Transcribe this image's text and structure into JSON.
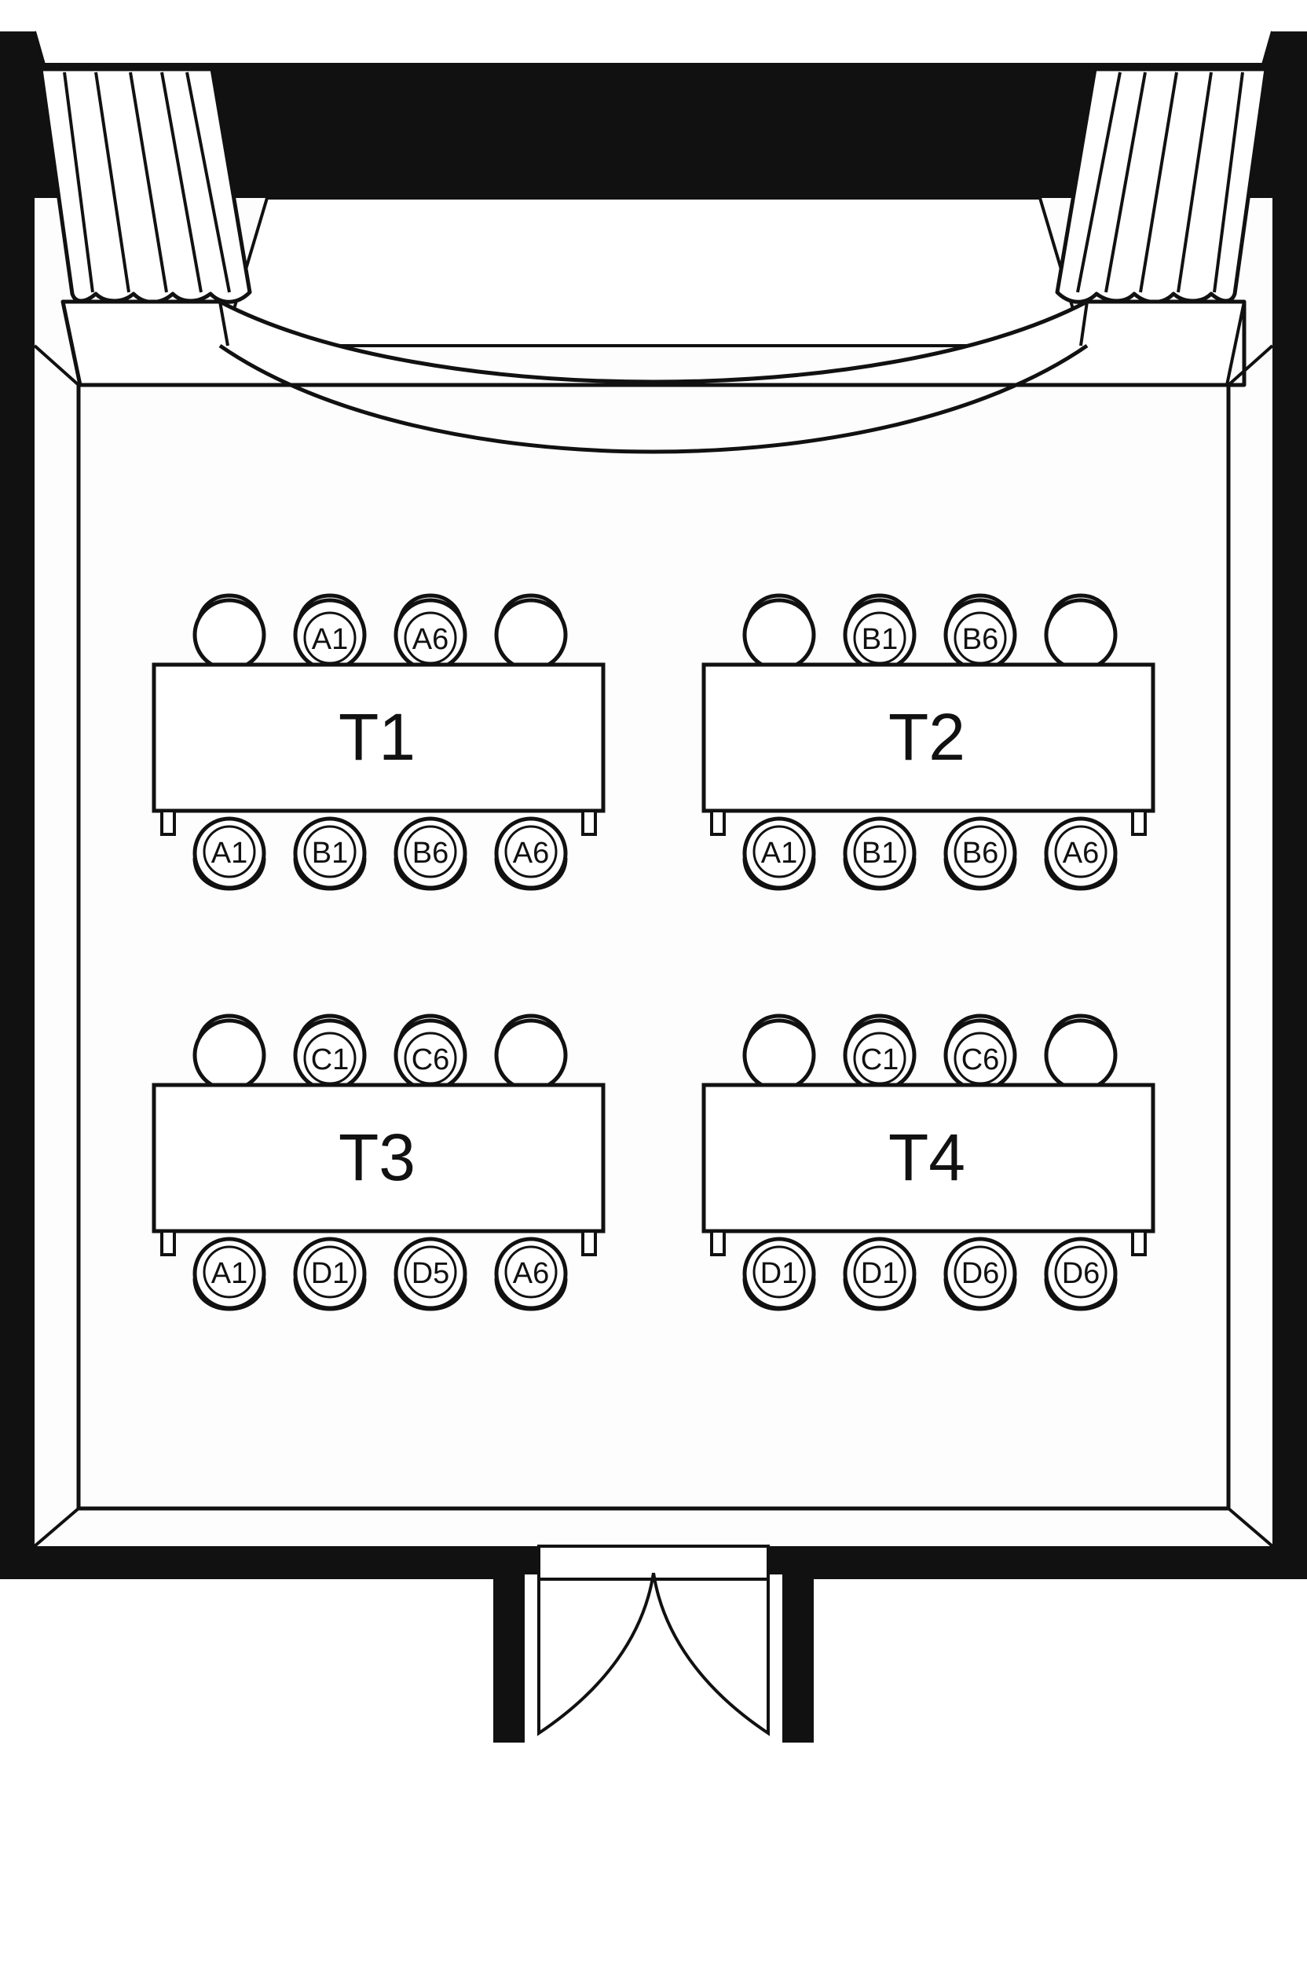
{
  "colors": {
    "ink": "#111111",
    "paper": "#ffffff",
    "floor": "#fdfdfd"
  },
  "stage": {
    "curtains": [
      "left",
      "right"
    ]
  },
  "entrance": {
    "type": "double-door"
  },
  "tables": [
    {
      "label": "T1",
      "top_seats": [
        "",
        "A1",
        "A6",
        ""
      ],
      "bottom_seats": [
        "A1",
        "B1",
        "B6",
        "A6"
      ]
    },
    {
      "label": "T2",
      "top_seats": [
        "",
        "B1",
        "B6",
        ""
      ],
      "bottom_seats": [
        "A1",
        "B1",
        "B6",
        "A6"
      ]
    },
    {
      "label": "T3",
      "top_seats": [
        "",
        "C1",
        "C6",
        ""
      ],
      "bottom_seats": [
        "A1",
        "D1",
        "D5",
        "A6"
      ]
    },
    {
      "label": "T4",
      "top_seats": [
        "",
        "C1",
        "C6",
        ""
      ],
      "bottom_seats": [
        "D1",
        "D1",
        "D6",
        "D6"
      ]
    }
  ]
}
